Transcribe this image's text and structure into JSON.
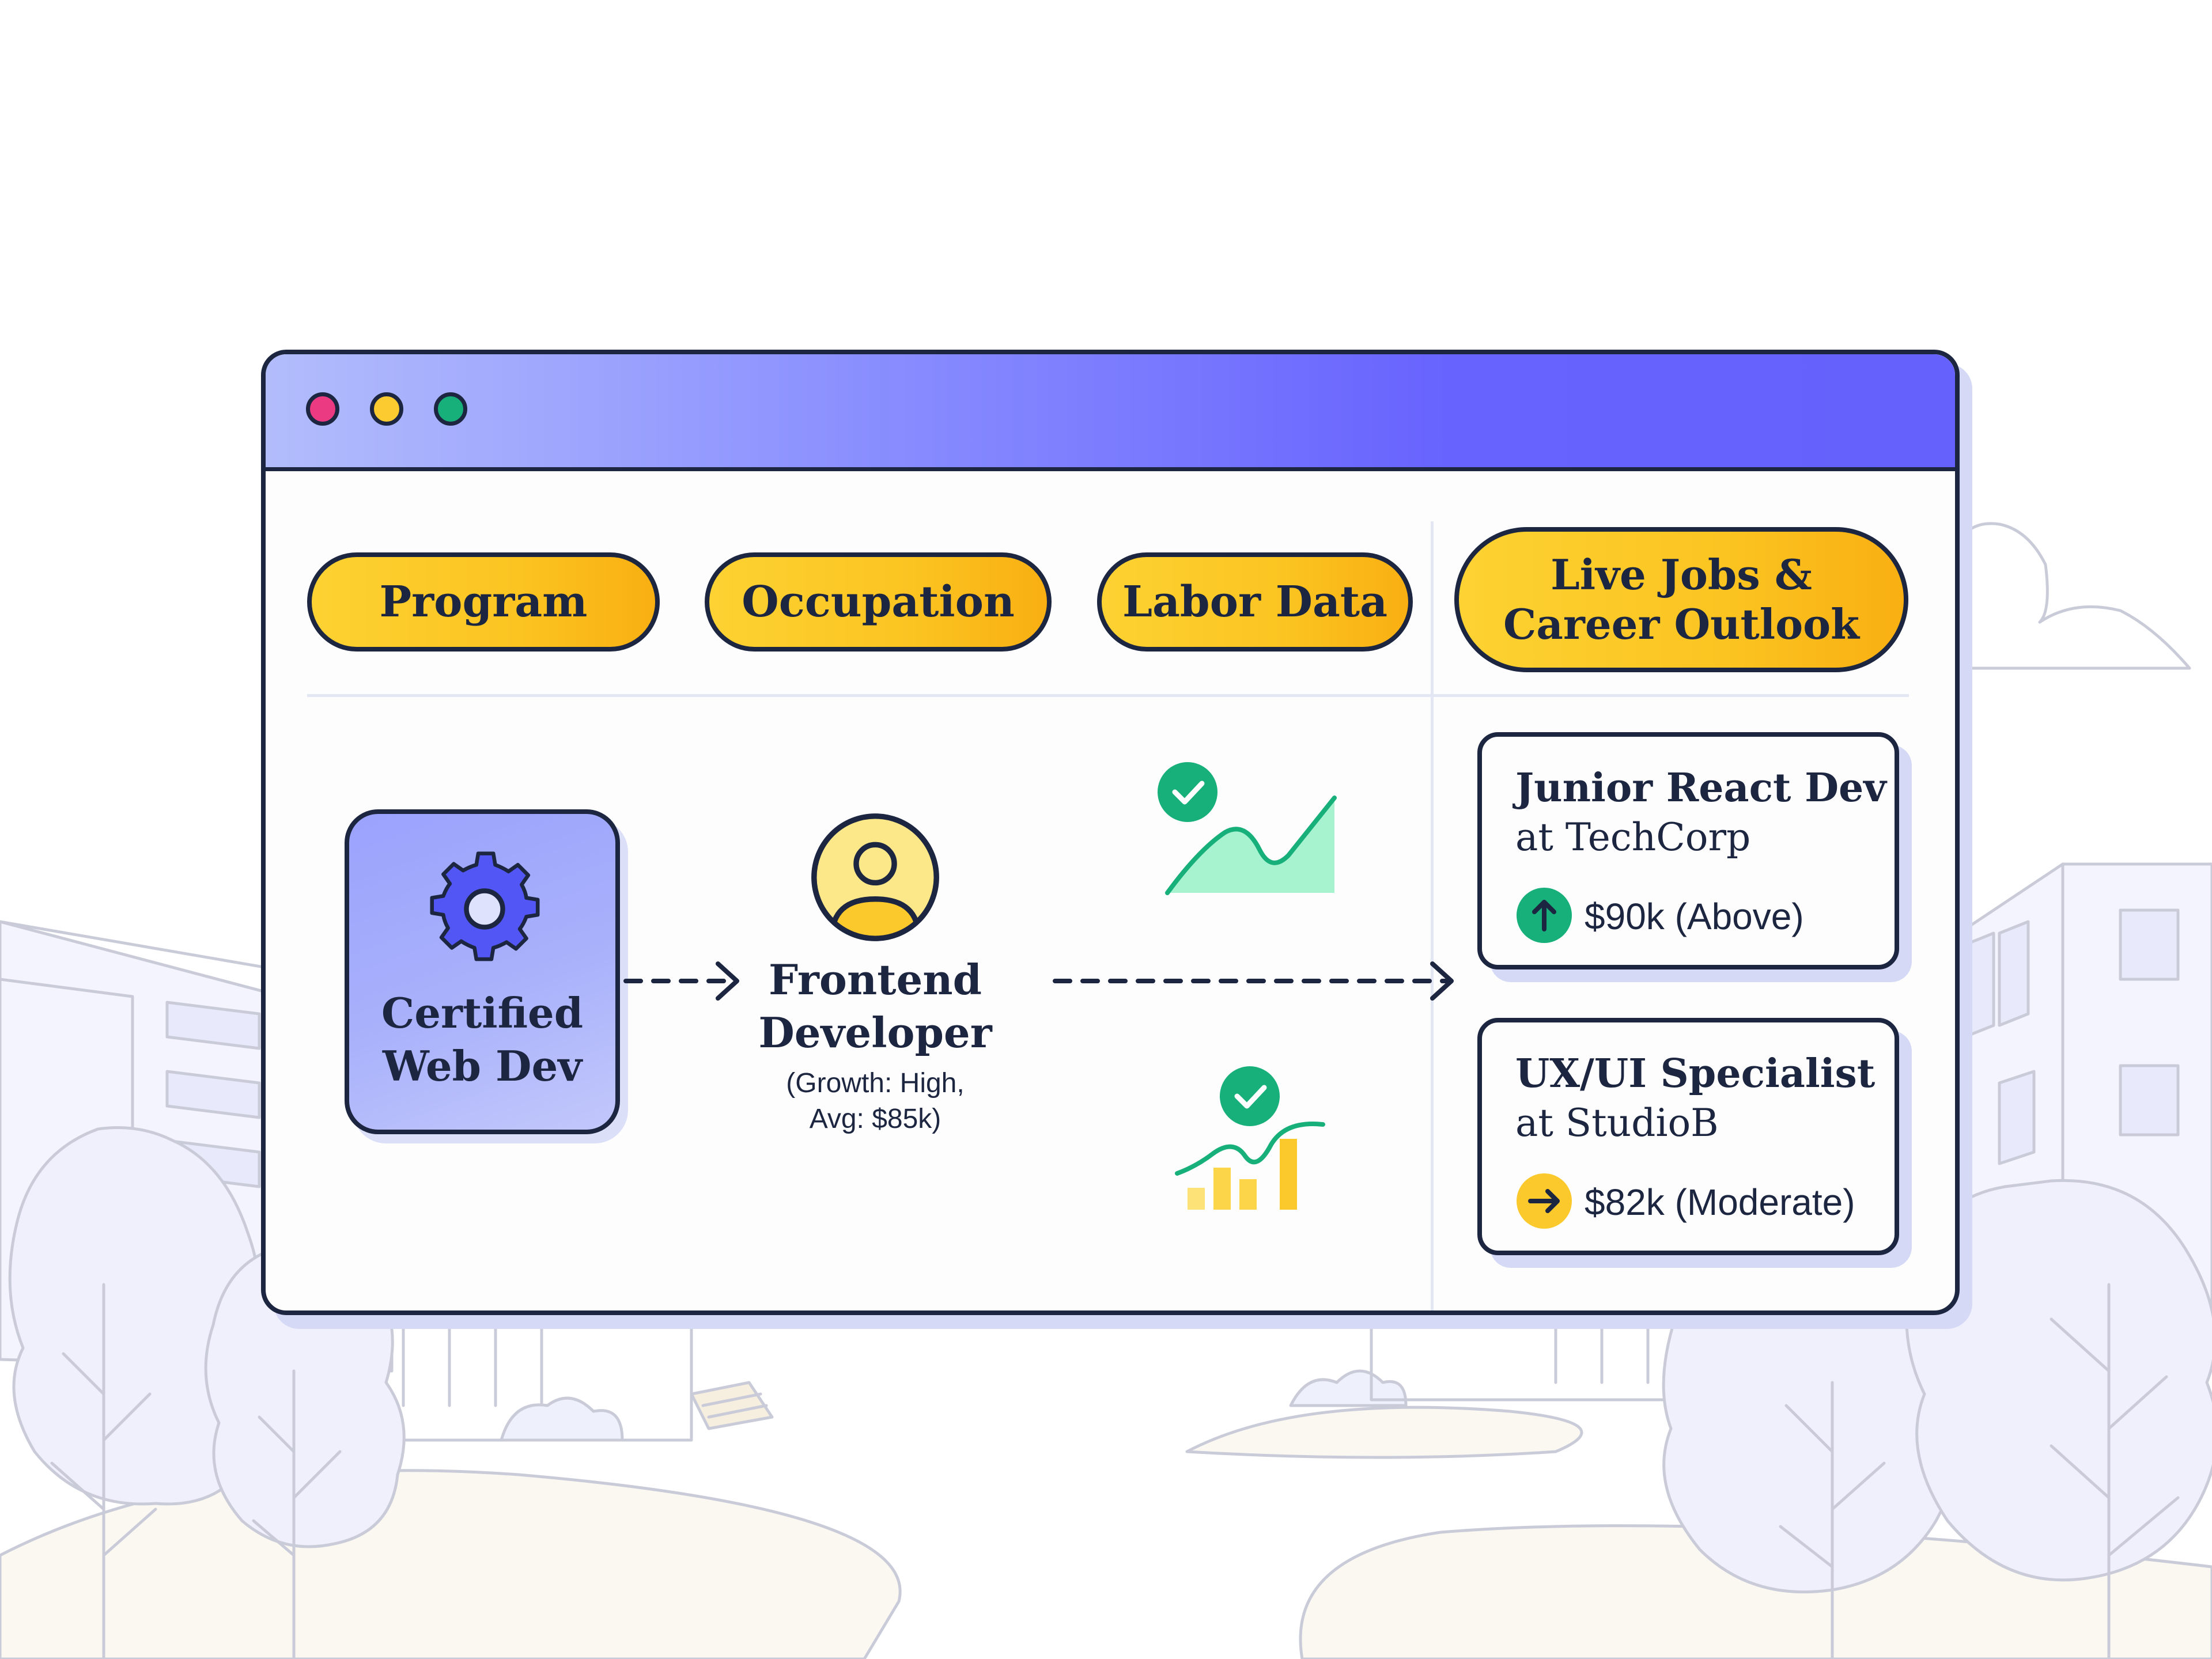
{
  "columns": {
    "program": "Program",
    "occupation": "Occupation",
    "labor_data": "Labor Data",
    "live_jobs": "Live Jobs &\nCareer Outlook"
  },
  "program": {
    "name": "Certified\nWeb Dev",
    "icon": "gear-icon"
  },
  "occupation": {
    "title": "Frontend\nDeveloper",
    "stats": "(Growth: High,\nAvg: $85k)",
    "icon": "user-avatar-icon"
  },
  "labor_data": {
    "charts": [
      {
        "type": "area",
        "icon": "area-chart-icon",
        "status": "check-icon",
        "values": [
          2,
          5,
          3,
          9
        ]
      },
      {
        "type": "bar",
        "icon": "bar-chart-icon",
        "status": "check-icon",
        "values": [
          1,
          3,
          2,
          5
        ]
      }
    ]
  },
  "jobs": [
    {
      "title": "Junior React Dev",
      "company": "at TechCorp",
      "salary": "$90k (Above)",
      "trend": "up",
      "trend_icon": "arrow-up-icon",
      "badge_color": "#18b07a"
    },
    {
      "title": "UX/UI Specialist",
      "company": "at StudioB",
      "salary": "$82k (Moderate)",
      "trend": "flat",
      "trend_icon": "arrow-right-icon",
      "badge_color": "#fcc92d"
    }
  ],
  "colors": {
    "titlebar_start": "#b2bdfc",
    "titlebar_end": "#6461fc",
    "pill": "#fbc421",
    "outline": "#1d2640",
    "accent_green": "#18b07a",
    "accent_purple": "#5256f4",
    "background_lines": "#c9ccd8"
  }
}
